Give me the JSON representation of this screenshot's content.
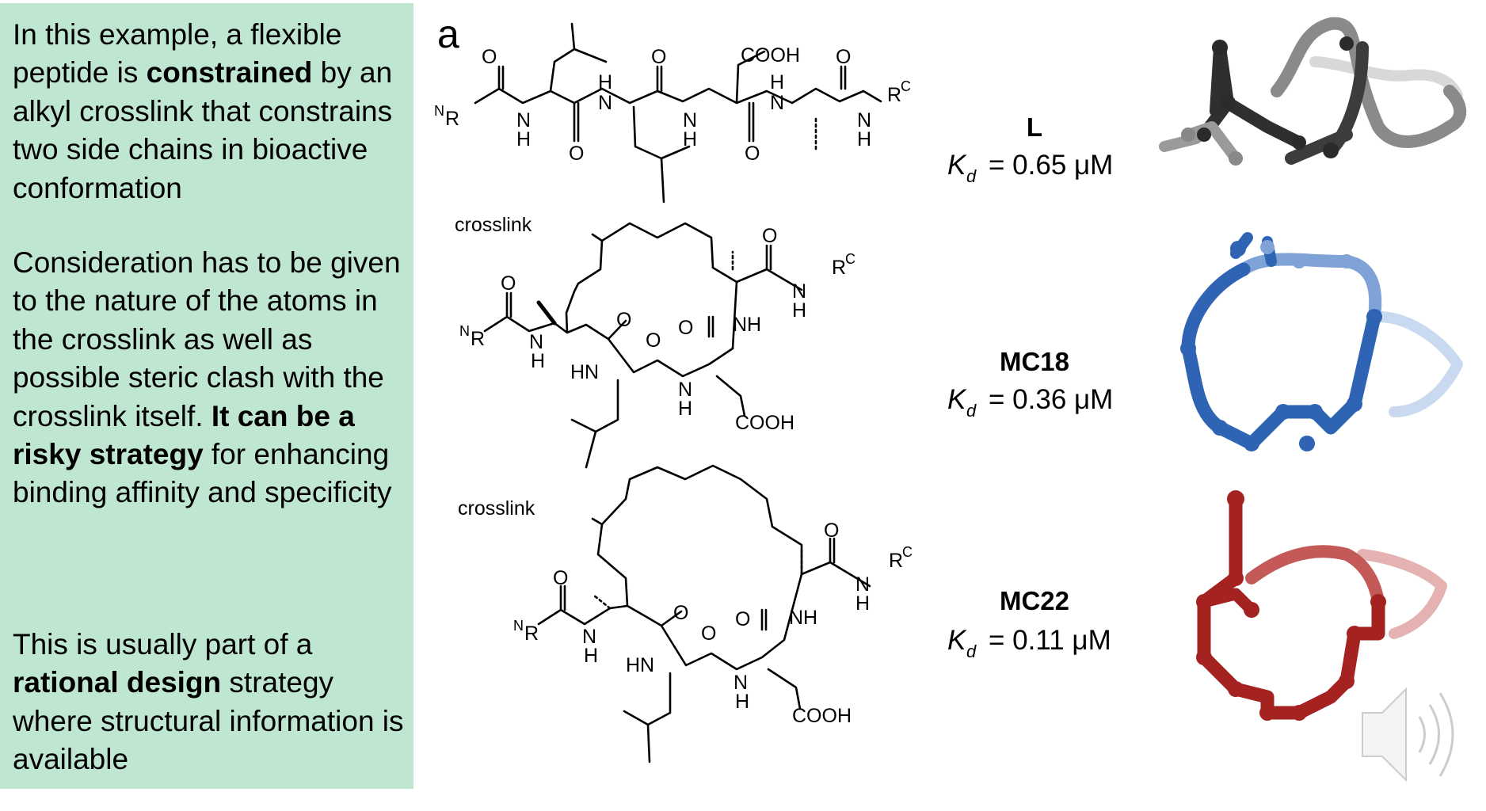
{
  "text_panel": {
    "p1": {
      "a": "In this example, a flexible peptide is ",
      "b": "constrained",
      "c": " by an alkyl crosslink that constrains two side chains in bioactive conformation"
    },
    "p2": {
      "a": "Consideration has to be given to the nature of the atoms in the crosslink as well as possible steric clash with the crosslink itself.  ",
      "b": "It can be a risky strategy",
      "c": " for enhancing binding affinity and specificity"
    },
    "p3": {
      "a": "This is usually part of a ",
      "b": "rational design",
      "c": " strategy where structural information is available"
    }
  },
  "figure": {
    "panel_letter": "a",
    "atoms": {
      "O": "O",
      "H": "H",
      "N": "N",
      "NH": "NH",
      "HN": "HN",
      "COOH": "COOH",
      "R": "R",
      "RC": "R",
      "C": "C",
      "NR_sup": "N"
    },
    "crosslink_label": "crosslink",
    "kd_symbol": "K",
    "kd_sub": "d",
    "peptides": [
      {
        "name": "L",
        "kd": "= 0.65 μM",
        "color": "#3a3a3a"
      },
      {
        "name": "MC18",
        "kd": "= 0.36 μM",
        "color": "#2f64b5"
      },
      {
        "name": "MC22",
        "kd": "= 0.11 μM",
        "color": "#a42321"
      }
    ]
  },
  "audio_icon": "speaker-icon"
}
